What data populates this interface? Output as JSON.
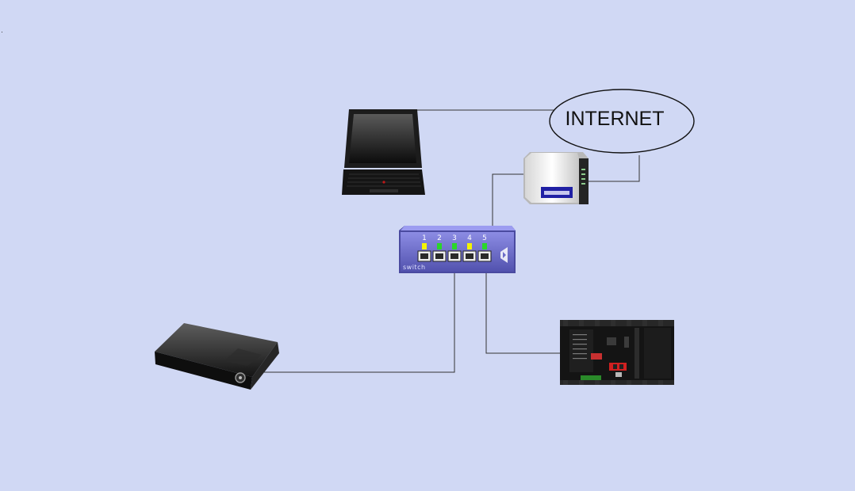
{
  "internet": {
    "label": "INTERNET"
  },
  "switch": {
    "brand": "switch",
    "ports": [
      {
        "number": "1",
        "led": "#f4f400"
      },
      {
        "number": "2",
        "led": "#2ad62a"
      },
      {
        "number": "3",
        "led": "#2ad62a"
      },
      {
        "number": "4",
        "led": "#f4f400"
      },
      {
        "number": "5",
        "led": "#2ad62a"
      }
    ]
  },
  "colors": {
    "background": "#d0d8f4",
    "connection": "#333333",
    "switch_body": "#6c6cc8"
  },
  "devices": {
    "laptop": "laptop-icon",
    "router": "router-icon",
    "switch": "network-switch-icon",
    "set_top_box": "set-top-box-icon",
    "controller": "plc-controller-icon"
  }
}
